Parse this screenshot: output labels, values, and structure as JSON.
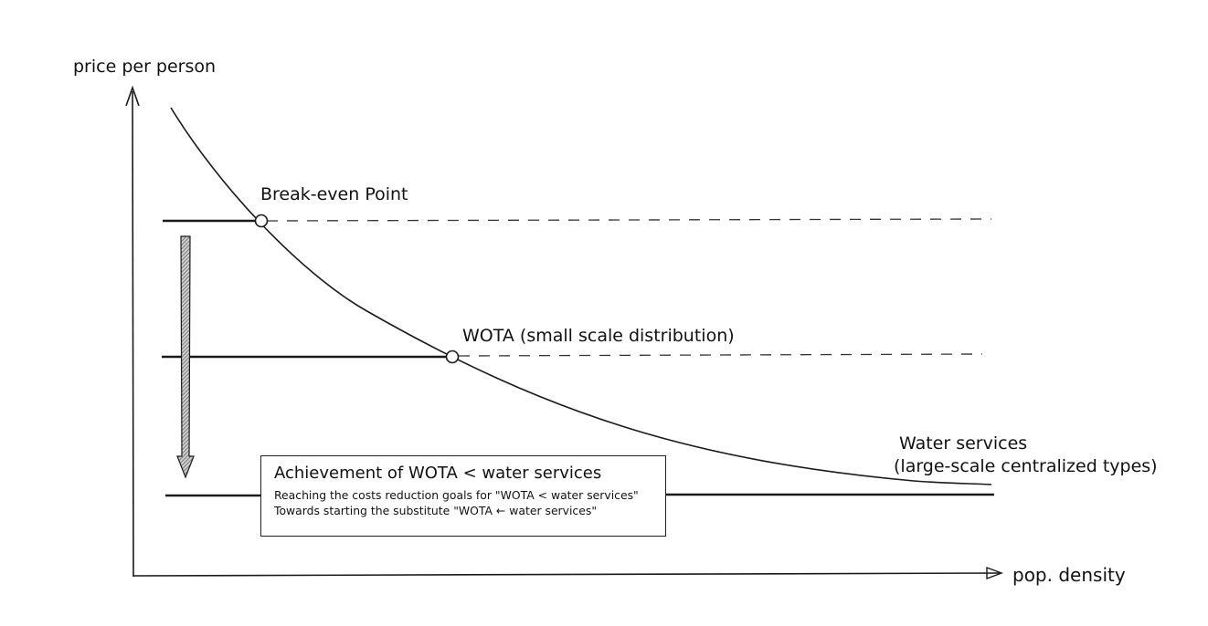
{
  "axes": {
    "y_label": "price per person",
    "x_label": "pop. density"
  },
  "points": {
    "break_even": "Break-even Point",
    "wota": "WOTA (small scale distribution)"
  },
  "water_services": {
    "line1": "Water services",
    "line2": "(large-scale centralized types)"
  },
  "note": {
    "title": "Achievement of WOTA < water services",
    "line1": "Reaching the costs reduction goals for \"WOTA < water services\"",
    "line2": "Towards starting the substitute \"WOTA ← water services\""
  },
  "colors": {
    "ink": "#1a1a1a",
    "arrow_fill": "#9a9a9a"
  }
}
